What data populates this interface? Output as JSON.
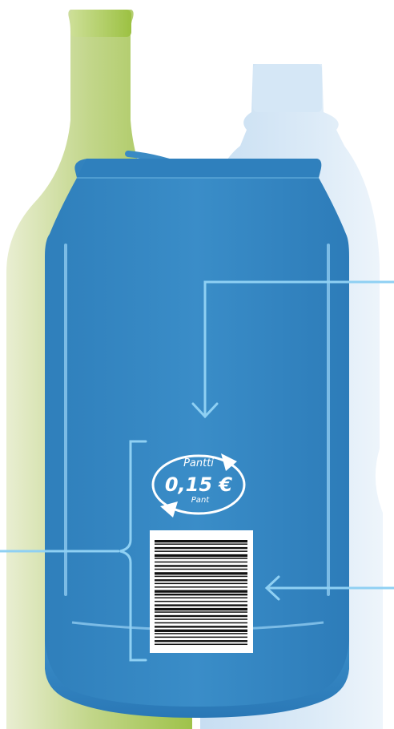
{
  "deposit_label": {
    "top_word": "Pantti",
    "amount": "0,15 €",
    "bottom_word": "Pant"
  },
  "barcode": {
    "stripe_count": 30
  },
  "colors": {
    "bottle_green": "#a8c85a",
    "plastic_bottle": "#cfe4f6",
    "can_body": "#3588c3",
    "can_shadow": "#2d7dbb",
    "callout_line": "#8fd0f3",
    "background": "#ffffff"
  }
}
